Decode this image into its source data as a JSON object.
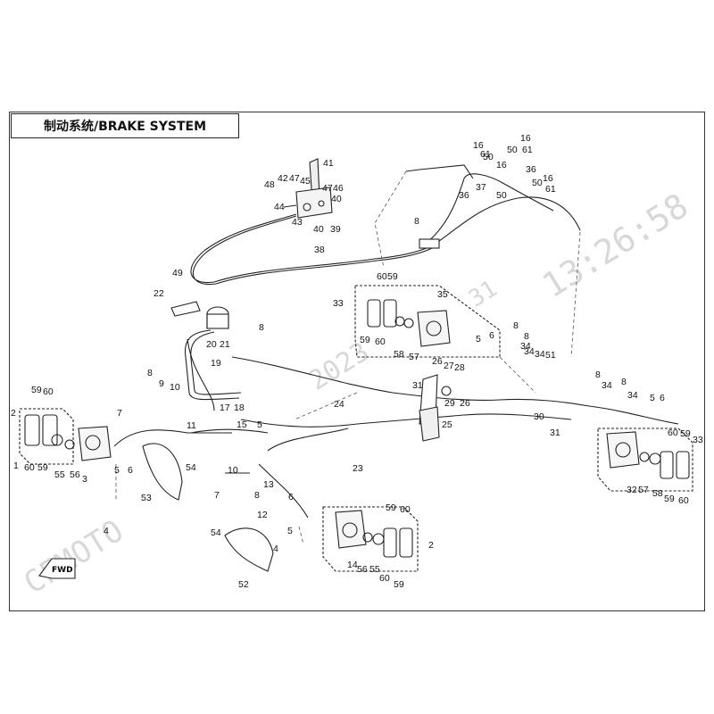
{
  "title": "制动系统/BRAKE SYSTEM",
  "fwd_label": "FWD",
  "watermark": {
    "left_text": "CFMOTO",
    "center_text": "2023",
    "right_text": "13:26:58",
    "right_small": "31"
  },
  "callouts": [
    {
      "id": "c41",
      "text": "41"
    },
    {
      "id": "c42",
      "text": "42"
    },
    {
      "id": "c47a",
      "text": "47"
    },
    {
      "id": "c45",
      "text": "45"
    },
    {
      "id": "c48",
      "text": "48"
    },
    {
      "id": "c46",
      "text": "46"
    },
    {
      "id": "c47b",
      "text": "47"
    },
    {
      "id": "c40a",
      "text": "40"
    },
    {
      "id": "c44",
      "text": "44"
    },
    {
      "id": "c43",
      "text": "43"
    },
    {
      "id": "c40b",
      "text": "40"
    },
    {
      "id": "c39",
      "text": "39"
    },
    {
      "id": "c38",
      "text": "38"
    },
    {
      "id": "c49",
      "text": "49"
    },
    {
      "id": "c22",
      "text": "22"
    },
    {
      "id": "c20",
      "text": "20"
    },
    {
      "id": "c21",
      "text": "21"
    },
    {
      "id": "c8a",
      "text": "8"
    },
    {
      "id": "c19",
      "text": "19"
    },
    {
      "id": "c8b",
      "text": "8"
    },
    {
      "id": "c16a",
      "text": "16"
    },
    {
      "id": "c61a",
      "text": "61"
    },
    {
      "id": "c50a",
      "text": "50"
    },
    {
      "id": "c16b",
      "text": "16"
    },
    {
      "id": "c50b",
      "text": "50"
    },
    {
      "id": "c61b",
      "text": "61"
    },
    {
      "id": "c16c",
      "text": "16"
    },
    {
      "id": "c36a",
      "text": "36"
    },
    {
      "id": "c36b",
      "text": "36"
    },
    {
      "id": "c37",
      "text": "37"
    },
    {
      "id": "c50c",
      "text": "50"
    },
    {
      "id": "c16d",
      "text": "16"
    },
    {
      "id": "c61c",
      "text": "61"
    },
    {
      "id": "c50d",
      "text": "50"
    },
    {
      "id": "c8c",
      "text": "8"
    },
    {
      "id": "c60a",
      "text": "60"
    },
    {
      "id": "c59a",
      "text": "59"
    },
    {
      "id": "c33a",
      "text": "33"
    },
    {
      "id": "c35",
      "text": "35"
    },
    {
      "id": "c59b",
      "text": "59"
    },
    {
      "id": "c60b",
      "text": "60"
    },
    {
      "id": "c58a",
      "text": "58"
    },
    {
      "id": "c57a",
      "text": "57"
    },
    {
      "id": "c8d",
      "text": "8"
    },
    {
      "id": "c5a",
      "text": "5"
    },
    {
      "id": "c6a",
      "text": "6"
    },
    {
      "id": "c34a",
      "text": "34"
    },
    {
      "id": "c34b",
      "text": "34"
    },
    {
      "id": "c34c",
      "text": "34"
    },
    {
      "id": "c51",
      "text": "51"
    },
    {
      "id": "c26a",
      "text": "26"
    },
    {
      "id": "c27",
      "text": "27"
    },
    {
      "id": "c28",
      "text": "28"
    },
    {
      "id": "c31a",
      "text": "31"
    },
    {
      "id": "c29",
      "text": "29"
    },
    {
      "id": "c26b",
      "text": "26"
    },
    {
      "id": "c25",
      "text": "25"
    },
    {
      "id": "c30",
      "text": "30"
    },
    {
      "id": "c8e",
      "text": "8"
    },
    {
      "id": "c34d",
      "text": "34"
    },
    {
      "id": "c8f",
      "text": "8"
    },
    {
      "id": "c34e",
      "text": "34"
    },
    {
      "id": "c5b",
      "text": "5"
    },
    {
      "id": "c6b",
      "text": "6"
    },
    {
      "id": "c59c",
      "text": "59"
    },
    {
      "id": "c60c",
      "text": "60"
    },
    {
      "id": "c8g",
      "text": "8"
    },
    {
      "id": "c9",
      "text": "9"
    },
    {
      "id": "c10a",
      "text": "10"
    },
    {
      "id": "c7a",
      "text": "7"
    },
    {
      "id": "c17",
      "text": "17"
    },
    {
      "id": "c18",
      "text": "18"
    },
    {
      "id": "c24",
      "text": "24"
    },
    {
      "id": "c15",
      "text": "15"
    },
    {
      "id": "c5c",
      "text": "5"
    },
    {
      "id": "c11",
      "text": "11"
    },
    {
      "id": "c23",
      "text": "23"
    },
    {
      "id": "c2a",
      "text": "2"
    },
    {
      "id": "c1",
      "text": "1"
    },
    {
      "id": "c60d",
      "text": "60"
    },
    {
      "id": "c59d",
      "text": "59"
    },
    {
      "id": "c56a",
      "text": "56"
    },
    {
      "id": "c55a",
      "text": "55"
    },
    {
      "id": "c3",
      "text": "3"
    },
    {
      "id": "c5d",
      "text": "5"
    },
    {
      "id": "c6c",
      "text": "6"
    },
    {
      "id": "c4a",
      "text": "4"
    },
    {
      "id": "c53",
      "text": "53"
    },
    {
      "id": "c54a",
      "text": "54"
    },
    {
      "id": "c10b",
      "text": "10"
    },
    {
      "id": "c13",
      "text": "13"
    },
    {
      "id": "c7b",
      "text": "7"
    },
    {
      "id": "c8h",
      "text": "8"
    },
    {
      "id": "c6d",
      "text": "6"
    },
    {
      "id": "c12",
      "text": "12"
    },
    {
      "id": "c5e",
      "text": "5"
    },
    {
      "id": "c4b",
      "text": "4"
    },
    {
      "id": "c54b",
      "text": "54"
    },
    {
      "id": "c52",
      "text": "52"
    },
    {
      "id": "c59e",
      "text": "59"
    },
    {
      "id": "c60e",
      "text": "60"
    },
    {
      "id": "c2b",
      "text": "2"
    },
    {
      "id": "c14",
      "text": "14"
    },
    {
      "id": "c56b",
      "text": "56"
    },
    {
      "id": "c55b",
      "text": "55"
    },
    {
      "id": "c60f",
      "text": "60"
    },
    {
      "id": "c59f",
      "text": "59"
    },
    {
      "id": "c31b",
      "text": "31"
    },
    {
      "id": "c32",
      "text": "32"
    },
    {
      "id": "c57b",
      "text": "57"
    },
    {
      "id": "c58b",
      "text": "58"
    },
    {
      "id": "c59g",
      "text": "59"
    },
    {
      "id": "c60g",
      "text": "60"
    },
    {
      "id": "c60h",
      "text": "60"
    },
    {
      "id": "c59h",
      "text": "59"
    },
    {
      "id": "c33b",
      "text": "33"
    }
  ]
}
